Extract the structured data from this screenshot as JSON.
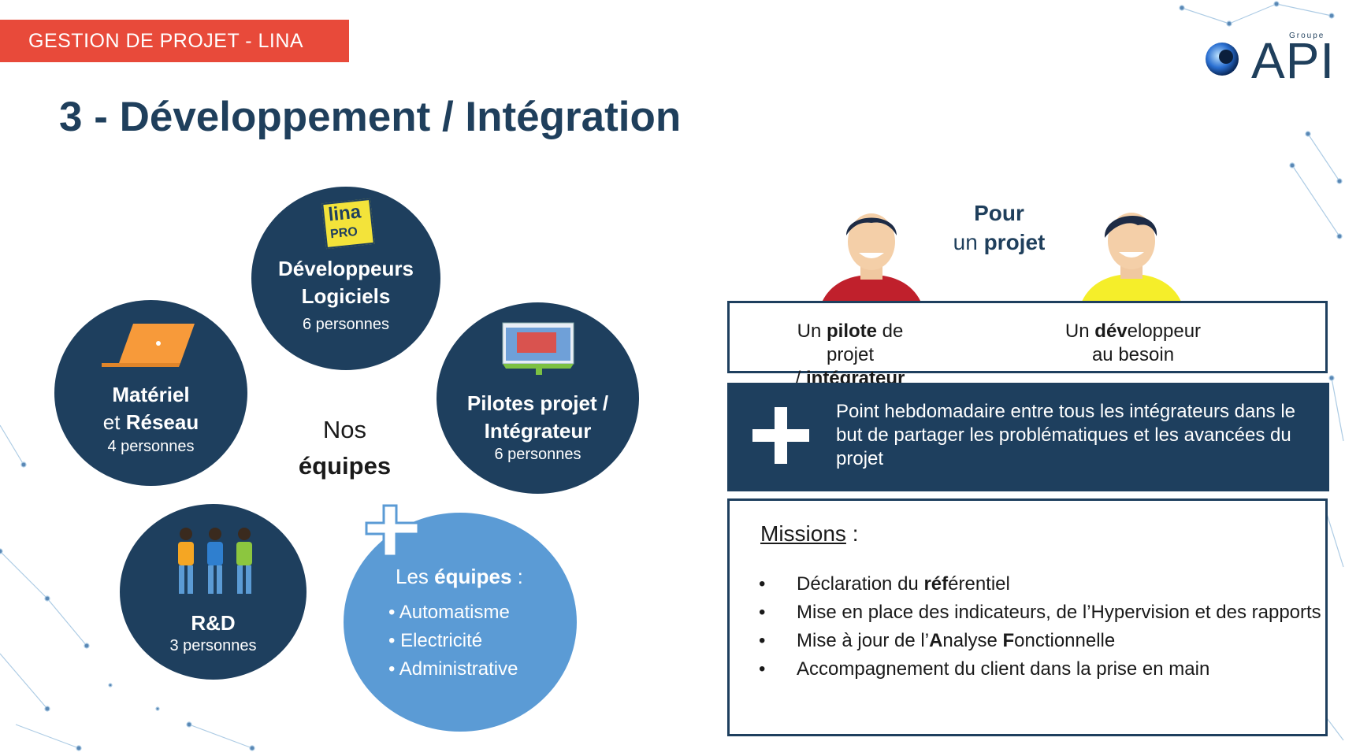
{
  "header": {
    "tag": "GESTION DE PROJET - LINA",
    "title": "3 - Développement / Intégration"
  },
  "logo": {
    "small": "Groupe",
    "main": "API"
  },
  "teams": {
    "dev": {
      "name_l1": "Développeurs",
      "name_l2": "Logiciels",
      "count": "6 personnes",
      "logo_l1": "lina",
      "logo_l2": "PRO"
    },
    "hw": {
      "name_l1": "Matériel",
      "name_l2a": "et ",
      "name_l2b": "Réseau",
      "count": "4 personnes"
    },
    "pilot": {
      "name_l1": "Pilotes projet /",
      "name_l2": "Intégrateur",
      "count": "6 personnes"
    },
    "rd": {
      "name": "R&D",
      "count": "3 personnes"
    },
    "nos_l1": "Nos",
    "nos_l2": "équipes",
    "extra": {
      "head_a": "Les ",
      "head_b": "équipes",
      "head_c": " :",
      "items": [
        "Automatisme",
        "Electricité",
        "Administrative"
      ]
    }
  },
  "project": {
    "pour_l1": "Pour",
    "pour_l2a": "un ",
    "pour_l2b": "projet",
    "role1": {
      "a": "Un ",
      "b": "pilote",
      "c": " de projet",
      "d": "/ ",
      "e": "intégrateur"
    },
    "role2": {
      "a": "Un ",
      "b": "dév",
      "c": "eloppeur",
      "d": "au besoin"
    },
    "weekly": "Point hebdomadaire entre tous les intégrateurs dans le but de partager les problématiques et les avancées du projet"
  },
  "missions": {
    "heading": "Missions",
    "heading_suffix": " :",
    "items": [
      {
        "a": "Déclaration du ",
        "b": "réf",
        "c": "érentiel"
      },
      {
        "a": "Mise en place des indicateurs, de l’Hypervision et des rapports",
        "b": "",
        "c": ""
      },
      {
        "a": "Mise à jour de l’",
        "b": "A",
        "c": "nalyse ",
        "d": "F",
        "e": "onctionnelle"
      },
      {
        "a": "Accompagnement du client dans la prise en main",
        "b": "",
        "c": ""
      }
    ]
  },
  "colors": {
    "accent": "#e84a3a",
    "navy": "#1e3f5e",
    "light_blue": "#5b9bd5",
    "shirt_red": "#c0202c",
    "shirt_yellow": "#f5ee2a"
  }
}
